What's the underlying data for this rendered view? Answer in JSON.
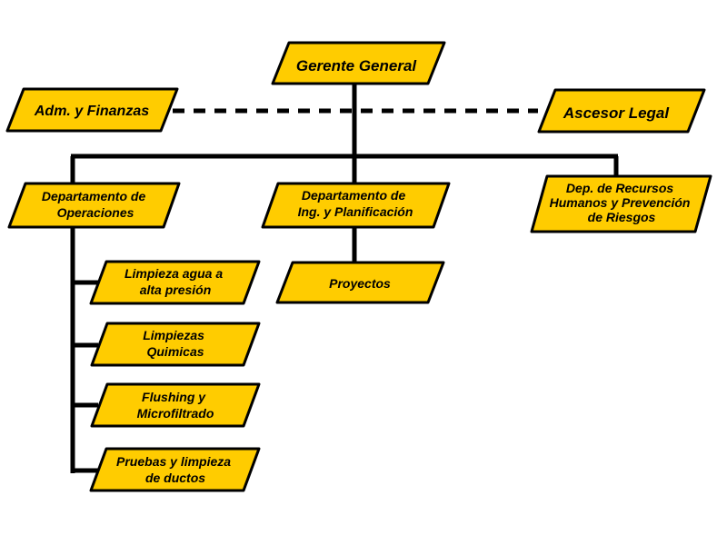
{
  "colors": {
    "box_fill": "#ffcc00",
    "line": "#000000",
    "background": "#ffffff"
  },
  "org_chart": {
    "gerente_general": "Gerente General",
    "adm_finanzas": "Adm. y Finanzas",
    "ascesor_legal": "Ascesor Legal",
    "operaciones": [
      "Departamento de",
      "Operaciones"
    ],
    "ingenieria": [
      "Departamento de",
      "Ing. y Planificación"
    ],
    "recursos_humanos": [
      "Dep. de Recursos",
      "Humanos y Prevención",
      "de Riesgos"
    ],
    "proyectos": "Proyectos",
    "limpieza_agua": [
      "Limpieza agua a",
      "alta presión"
    ],
    "limpiezas_quimicas": [
      "Limpiezas",
      "Quimicas"
    ],
    "flushing": [
      "Flushing y",
      "Microfiltrado"
    ],
    "pruebas_ductos": [
      "Pruebas y limpieza",
      "de ductos"
    ]
  }
}
